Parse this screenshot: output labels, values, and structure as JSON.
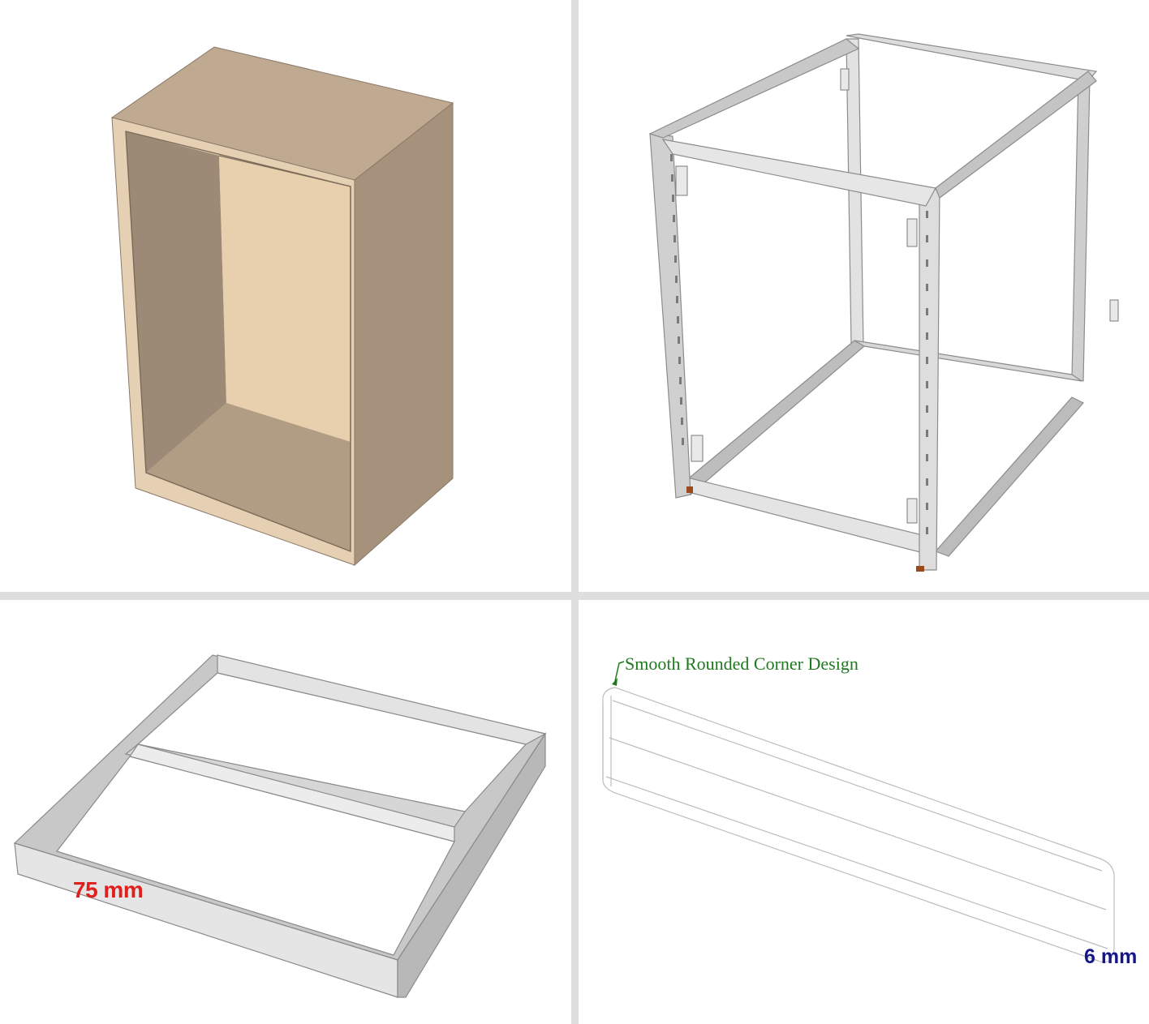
{
  "panels": {
    "wood_cabinet": {},
    "metal_frame": {},
    "base_frame": {
      "dimension_label": "75 mm"
    },
    "divider_panel": {
      "callout_label": "Smooth Rounded Corner Design",
      "dimension_label": "6 mm"
    }
  },
  "colors": {
    "wood_face": "#d9c2a6",
    "wood_side": "#a8957f",
    "wood_top": "#bda78f",
    "metal": "#d5d5d5",
    "metal_dark": "#a9a9a9",
    "dimension_red": "#e0201c",
    "dimension_blue": "#15168c",
    "callout_green": "#1f7a1f"
  }
}
